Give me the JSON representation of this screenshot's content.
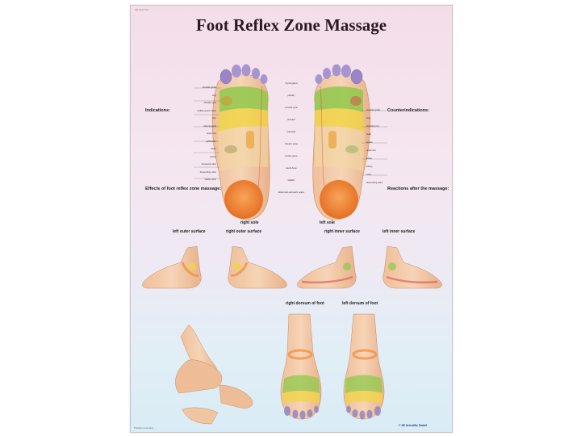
{
  "poster": {
    "title": "Foot Reflex Zone Massage",
    "code": "VR 1214 UU",
    "intro": "",
    "indications": {
      "title": "Indications:",
      "items": []
    },
    "counterindications": {
      "title": "Counterindications:",
      "items": []
    },
    "effects": {
      "title": "Effects of foot reflex zone massage:",
      "items": []
    },
    "reactions": {
      "title": "Reactions after the massage:",
      "items": []
    },
    "labels": {
      "right_sole": "right sole",
      "left_sole": "left sole",
      "left_outer": "left outer surface",
      "right_outer": "right outer surface",
      "right_inner": "right inner surface",
      "left_inner": "left inner surface",
      "right_dorsum": "right dorsum of foot",
      "left_dorsum": "left dorsum of foot"
    },
    "sole_labels_left": [
      "shoulder girdle",
      "lung",
      "shoulder joint",
      "axillary lymph nodes",
      "liver",
      "adrenal gland",
      "upper arm",
      "gallbladder",
      "elbow",
      "kidney",
      "ileocaecal valve",
      "descending colon",
      "sciatic nerve"
    ],
    "sole_labels_center": [
      "thyroid gland",
      "pituitary",
      "cervical spine",
      "stomach",
      "pancreas",
      "thoracic spine",
      "lumbar spine",
      "sacral bone",
      "bladder",
      "abdominal and pelvic region"
    ],
    "sole_labels_right": [
      "shoulder girdle",
      "lung",
      "shoulder joint",
      "heart",
      "spleen",
      "upper arm",
      "elbow",
      "kidney",
      "colon",
      "descending colon"
    ],
    "footer_left": "Printed in Germany",
    "publisher": {
      "name": "© 3B Scientific GmbH",
      "address": ""
    }
  },
  "colors": {
    "skin": "#f2c9a6",
    "zone_green": "#8fc94a",
    "zone_yellow": "#f0d542",
    "zone_orange": "#ef8a3c",
    "zone_purple": "#8e7fbf",
    "zone_red": "#d9534f",
    "accent_red": "#c0392b"
  }
}
